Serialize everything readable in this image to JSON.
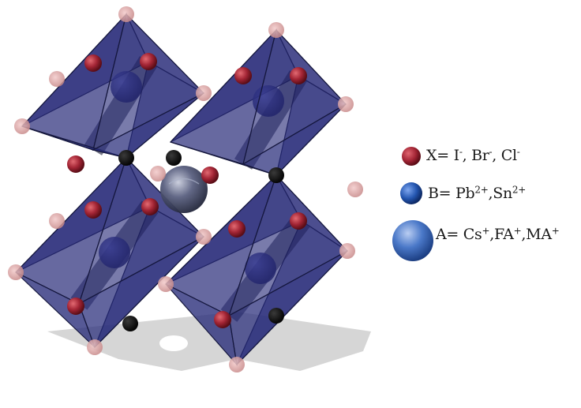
{
  "legend": {
    "items": [
      {
        "id": "x",
        "ion_color": "#a32535",
        "prefix": "X= ",
        "species": [
          {
            "base": "I",
            "sup": "-"
          },
          {
            "base": "Br",
            "sup": "-"
          },
          {
            "base": "Cl",
            "sup": "-"
          }
        ],
        "separator": ", "
      },
      {
        "id": "b",
        "ion_color": "#2456b0",
        "prefix": "B= ",
        "species": [
          {
            "base": "Pb",
            "sup": "2+"
          },
          {
            "base": "Sn",
            "sup": "2+"
          }
        ],
        "separator": ","
      },
      {
        "id": "a",
        "ion_color": "#3f6cc0",
        "prefix": "A= ",
        "species": [
          {
            "base": "Cs",
            "sup": "+"
          },
          {
            "base": "FA",
            "sup": "+"
          },
          {
            "base": "MA",
            "sup": "+"
          }
        ],
        "separator": ","
      }
    ]
  },
  "colors": {
    "octahedron_face": "#262a78",
    "octahedron_edge": "#15173d",
    "x_ion": "#a32535",
    "x_ion_ghost": "#d99a9a",
    "b_ion": "#2c2f84",
    "a_ion": "#4b5170",
    "shadow": "#c9c9c9"
  }
}
